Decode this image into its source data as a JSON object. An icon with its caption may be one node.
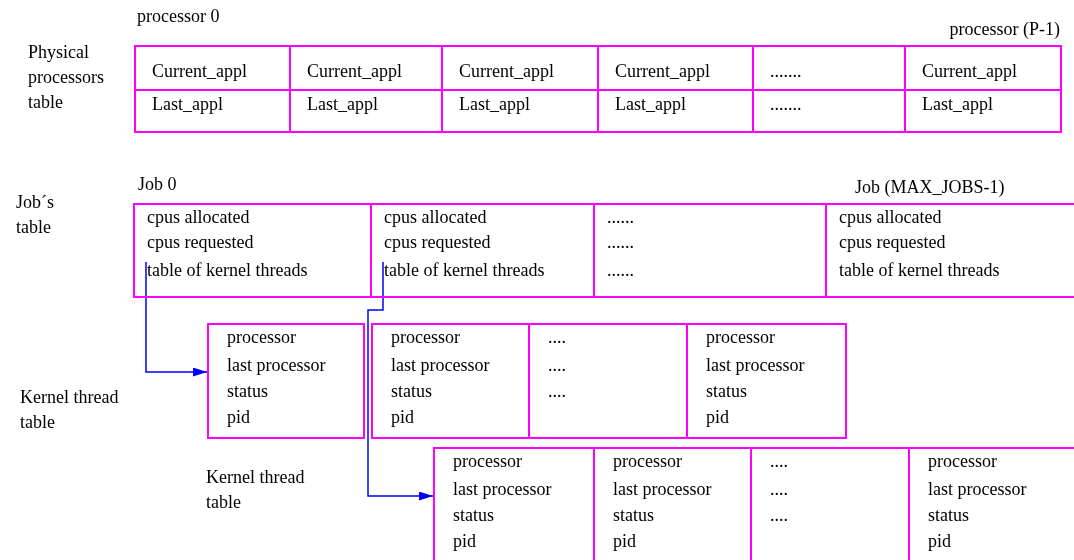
{
  "diagram": {
    "nodes": [
      {
        "text": [
          "Current_appl",
          "Last_appl"
        ],
        "beside": [
          "processor 0"
        ]
      },
      {
        "text": [
          "Current_appl",
          "Last_appl"
        ]
      },
      {
        "text": [
          "Current_appl",
          "Last_appl"
        ]
      },
      {
        "text": [
          "Current_appl",
          "Last_appl"
        ]
      },
      {
        "text": [
          ".......",
          "......."
        ]
      },
      {
        "text": [
          "Current_appl",
          "Last_appl"
        ],
        "beside": [
          "processor (P-1)"
        ]
      },
      {
        "text": [
          "cpus allocated",
          "cpus requested",
          "table of kernel threads"
        ],
        "beside": [
          "Job 0"
        ]
      },
      {
        "text": [
          "cpus allocated",
          "cpus requested",
          "table of kernel threads"
        ]
      },
      {
        "text": [
          "......",
          "......",
          "......"
        ]
      },
      {
        "text": [
          "cpus allocated",
          "cpus requested",
          "table of kernel threads"
        ],
        "beside": [
          "Job (MAX_JOBS-1)"
        ]
      },
      {
        "text": [
          "processor",
          "last processor",
          "status",
          "pid"
        ]
      },
      {
        "text": [
          "processor",
          "last processor",
          "status",
          "pid"
        ]
      },
      {
        "text": [
          "....",
          "....",
          "...."
        ]
      },
      {
        "text": [
          "processor",
          "last processor",
          "status",
          "pid"
        ]
      },
      {
        "text": [
          "processor",
          "last processor",
          "status",
          "pid"
        ]
      },
      {
        "text": [
          "processor",
          "last processor",
          "status",
          "pid"
        ]
      },
      {
        "text": [
          "....",
          "....",
          "...."
        ]
      },
      {
        "text": [
          "processor",
          "last processor",
          "status",
          "pid"
        ]
      }
    ],
    "edges": [
      {
        "from": 6,
        "to": 10,
        "arrow": "to"
      },
      {
        "from": 7,
        "to": 14,
        "arrow": "to"
      }
    ],
    "labels": [
      "Physical processors table",
      "Job´s table",
      "Kernel thread table",
      "Kernel thread table"
    ]
  }
}
